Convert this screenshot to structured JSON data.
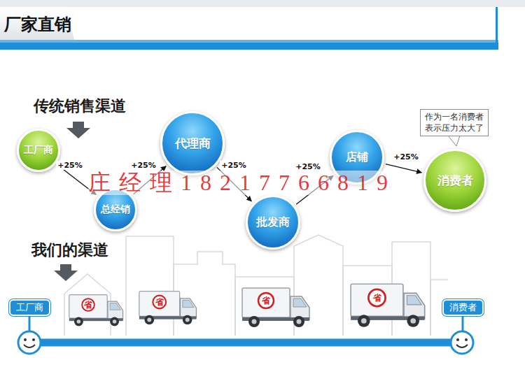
{
  "diagram": {
    "title": "厂家直销",
    "nodes": [
      {
        "text": [
          "工厂商"
        ]
      },
      {
        "text": [
          "总经销"
        ]
      },
      {
        "text": [
          "代理商"
        ]
      },
      {
        "text": [
          "批发商"
        ]
      },
      {
        "text": [
          "店铺"
        ]
      },
      {
        "text": [
          "作为一名消费者 表示压力太大了"
        ]
      },
      {
        "text": [
          "消费者"
        ]
      },
      {
        "text": [
          "工厂商"
        ]
      },
      {
        "text": [
          "消费者"
        ]
      }
    ],
    "edges": [
      {
        "from": 0,
        "to": 1,
        "label": "+25%",
        "arrow": "to"
      },
      {
        "from": 1,
        "to": 2,
        "label": "+25%",
        "arrow": "to"
      },
      {
        "from": 2,
        "to": 3,
        "label": "+25%",
        "arrow": "to"
      },
      {
        "from": 3,
        "to": 4,
        "label": "+25%",
        "arrow": "to"
      },
      {
        "from": 4,
        "to": 6,
        "label": "+25%",
        "arrow": "to"
      },
      {
        "from": 7,
        "to": 8,
        "arrow": "none"
      }
    ],
    "labels": [
      "传统销售渠道",
      "我们的渠道",
      "庄经理18217766819",
      "省",
      "省",
      "省",
      "省"
    ]
  }
}
